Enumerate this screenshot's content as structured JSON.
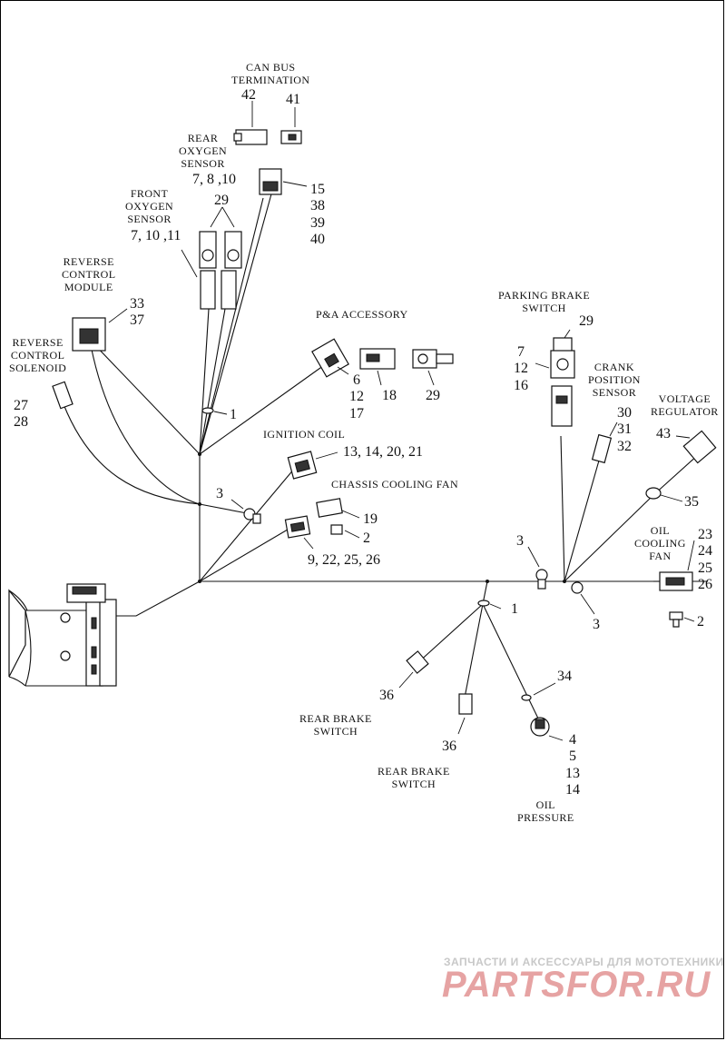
{
  "labels": {
    "can_bus_termination": {
      "text": "CAN BUS\nTERMINATION",
      "num_a": "42",
      "num_b": "41"
    },
    "rear_oxygen_sensor": {
      "text": "REAR\nOXYGEN\nSENSOR",
      "nums": "7, 8 ,10"
    },
    "front_oxygen_sensor": {
      "text": "FRONT\nOXYGEN\nSENSOR",
      "nums": "7, 10 ,11"
    },
    "oxygen_29": "29",
    "connector_15_group": "15\n38\n39\n40",
    "reverse_control_module": {
      "text": "REVERSE\nCONTROL\nMODULE",
      "nums": "33\n37"
    },
    "reverse_control_solenoid": {
      "text": "REVERSE\nCONTROL\nSOLENOID",
      "nums": "27\n28"
    },
    "pa_accessory": {
      "text": "P&A ACCESSORY",
      "nums_a": "6\n12\n17",
      "num_b": "18",
      "num_c": "29"
    },
    "clip_1_upper": "1",
    "ignition_coil": {
      "text": "IGNITION COIL",
      "nums": "13, 14, 20, 21"
    },
    "chassis_cooling_fan": {
      "text": "CHASSIS COOLING FAN",
      "num_19": "19",
      "num_2": "2",
      "nums": "9, 22, 25, 26"
    },
    "clip_3_left": "3",
    "parking_brake_switch": {
      "text": "PARKING BRAKE\nSWITCH",
      "num_29": "29",
      "nums": "7\n12\n16"
    },
    "crank_position_sensor": {
      "text": "CRANK\nPOSITION\nSENSOR",
      "nums": "30\n31\n32"
    },
    "voltage_regulator": {
      "text": "VOLTAGE\nREGULATOR",
      "num_43": "43",
      "num_35": "35"
    },
    "oil_cooling_fan": {
      "text": "OIL\nCOOLING\nFAN",
      "nums": "23\n24\n25\n26",
      "num_2": "2"
    },
    "clip_3_mid": "3",
    "clip_3_right": "3",
    "clip_1_lower": "1",
    "rear_brake_switch_a": {
      "text": "REAR BRAKE\nSWITCH",
      "num": "36"
    },
    "rear_brake_switch_b": {
      "text": "REAR BRAKE\nSWITCH",
      "num": "36"
    },
    "oil_pressure": {
      "text": "OIL\nPRESSURE",
      "num_34": "34",
      "nums": "4\n5\n13\n14"
    }
  },
  "watermark": {
    "line1": "ЗАПЧАСТИ И АКСЕССУАРЫ ДЛЯ МОТОТЕХНИКИ",
    "line2": "PARTSFOR.RU"
  }
}
